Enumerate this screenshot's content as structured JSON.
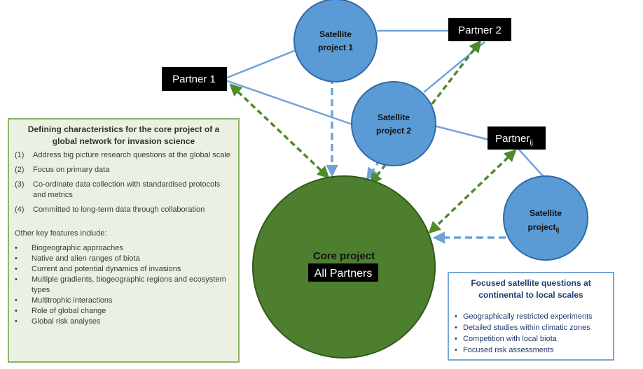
{
  "colors": {
    "satellite_fill": "#5b9bd5",
    "satellite_stroke": "#2e6aa8",
    "core_fill": "#4e7f2e",
    "core_stroke": "#2f5a1a",
    "partner_box": "#000000",
    "solid_link": "#6fa3d8",
    "dashed_blue": "#6fa3d8",
    "dashed_green": "#4f8a2b",
    "core_panel_bg": "#eaf1e2",
    "core_panel_border": "#8db36a",
    "satellite_panel_border": "#7aa6d6"
  },
  "partners": {
    "p1": "Partner 1",
    "p2": "Partner 2",
    "pij": "Partner",
    "pij_sub": "ij"
  },
  "satellites": {
    "s1_line1": "Satellite",
    "s1_line2": "project 1",
    "s2_line1": "Satellite",
    "s2_line2": "project 2",
    "sij_line1": "Satellite",
    "sij_line2": "project",
    "sij_sub": "ij"
  },
  "core": {
    "line1": "Core project",
    "line2": "All Partners"
  },
  "core_panel": {
    "title": "Defining characteristics for the core project of a global network for invasion science",
    "items": [
      {
        "num": "(1)",
        "text": "Address big picture research questions at the global scale"
      },
      {
        "num": "(2)",
        "text": "Focus on primary data"
      },
      {
        "num": "(3)",
        "text": "Co-ordinate data collection with standardised protocols and metrics"
      },
      {
        "num": "(4)",
        "text": "Committed to long-term data through collaboration"
      }
    ],
    "other_intro": "Other key features include:",
    "bullets": [
      "Biogeographic approaches",
      "Native and alien ranges of biota",
      "Current and potential dynamics of invasions",
      "Multiple gradients, biogeographic regions and ecosystem types",
      "Multitrophic  interactions",
      "Role of global change",
      "Global risk analyses"
    ]
  },
  "satellite_panel": {
    "title": "Focused satellite questions at continental to local scales",
    "bullets": [
      "Geographically restricted experiments",
      "Detailed studies within climatic zones",
      "Competition  with local biota",
      "Focused risk assessments"
    ]
  }
}
